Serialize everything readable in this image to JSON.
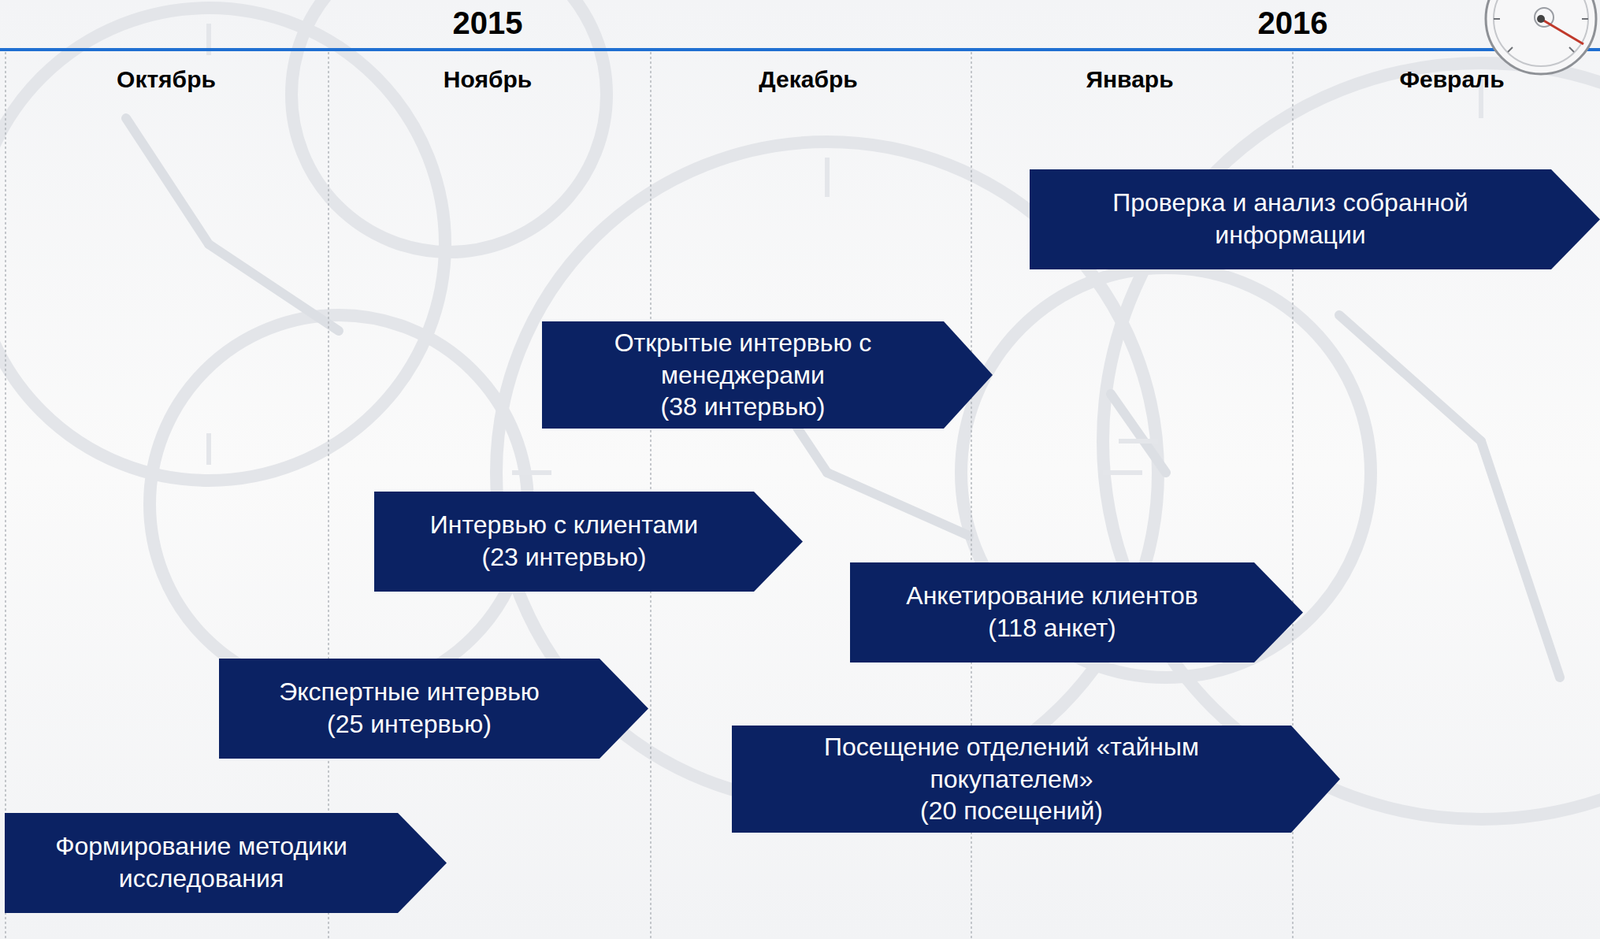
{
  "diagram": {
    "nodes": [
      {
        "text": [
          "Проверка и анализ собранной информации"
        ]
      },
      {
        "text": [
          "Открытые интервью с менеджерами",
          "(38 интервью)"
        ]
      },
      {
        "text": [
          "Интервью с клиентами",
          "(23 интервью)"
        ]
      },
      {
        "text": [
          "Анкетирование клиентов",
          "(118 анкет)"
        ]
      },
      {
        "text": [
          "Экспертные интервью",
          "(25 интервью)"
        ]
      },
      {
        "text": [
          "Посещение отделений «тайным покупателем»",
          "(20 посещений)"
        ]
      },
      {
        "text": [
          "Формирование методики исследования"
        ]
      }
    ],
    "labels": [
      "2015",
      "2016",
      "Октябрь",
      "Ноябрь",
      "Декабрь",
      "Январь",
      "Февраль"
    ]
  }
}
